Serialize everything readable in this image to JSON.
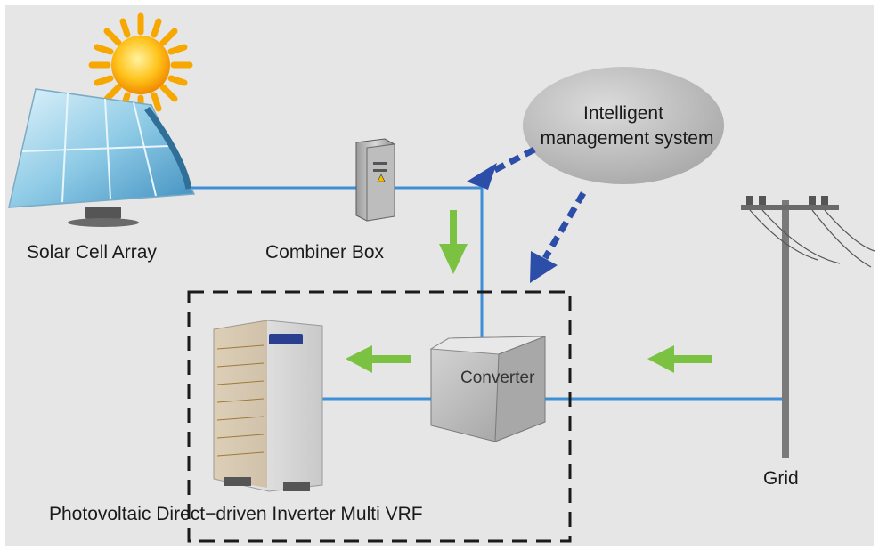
{
  "labels": {
    "solar_cell_array": "Solar Cell Array",
    "combiner_box": "Combiner Box",
    "ims_line1": "Intelligent",
    "ims_line2": "management system",
    "converter": "Converter",
    "grid": "Grid",
    "vrf": "Photovoltaic Direct−driven Inverter Multi VRF"
  },
  "colors": {
    "background": "#e6e6e6",
    "wire": "#3f8fd6",
    "power_flow_arrow": "#7cc242",
    "control_arrow": "#2c4ea8",
    "ellipse": "#c4c4c4",
    "dashed_box": "#1a1a1a"
  },
  "icons": [
    "sun-icon",
    "solar-panel-icon",
    "combiner-cabinet-icon",
    "converter-cube-icon",
    "vrf-outdoor-unit-icon",
    "utility-pole-icon"
  ]
}
